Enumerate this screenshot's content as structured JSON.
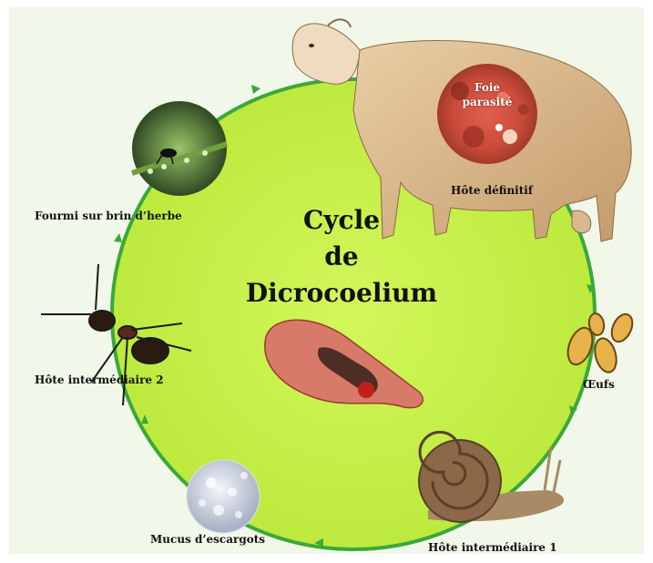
{
  "title": {
    "line1": "Cycle",
    "line2": "de",
    "line3": "Dicrocoelium"
  },
  "stages": {
    "definitive_host": "Hôte définitif",
    "liver": "Foie parasité",
    "eggs": "Œufs",
    "intermediate_host_1": "Hôte intermédiaire 1",
    "snail_mucus": "Mucus d’escargots",
    "intermediate_host_2": "Hôte intermédiaire 2",
    "ant_on_grass": "Fourmi sur brin d’herbe"
  },
  "colors": {
    "cycle_fill": "#c8f24a",
    "cycle_ring": "#3aa83a",
    "background": "#f1f7e9"
  },
  "icons": [
    "sheep-icon",
    "liver-icon",
    "eggs-icon",
    "snail-icon",
    "mucus-icon",
    "ant-icon",
    "ant-on-grass-icon",
    "fluke-icon"
  ]
}
